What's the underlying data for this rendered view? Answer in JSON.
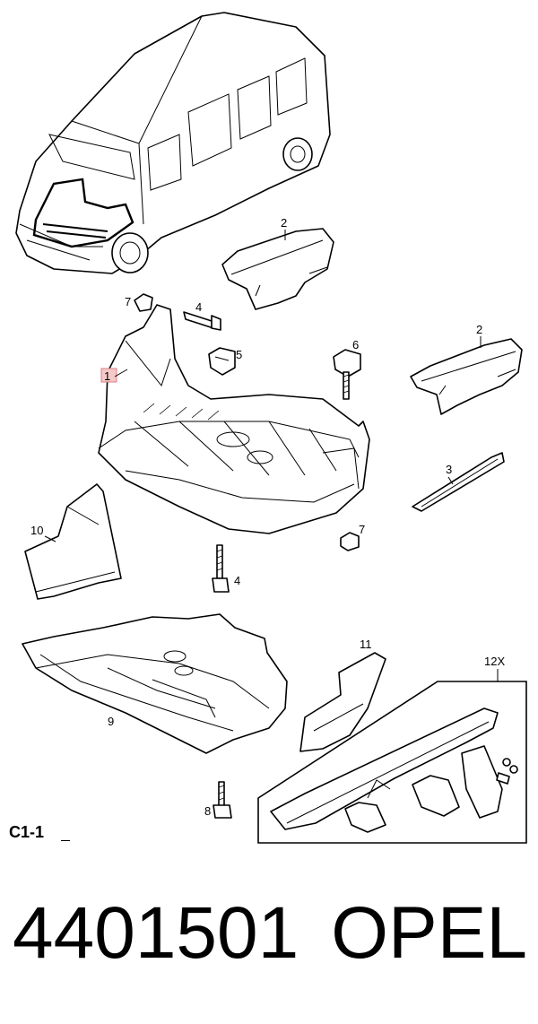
{
  "diagram": {
    "callouts": [
      "1",
      "2",
      "2",
      "3",
      "4",
      "4",
      "5",
      "6",
      "7",
      "7",
      "8",
      "9",
      "10",
      "11",
      "12X"
    ],
    "section_code": "C1-1",
    "part_number": "4401501",
    "make": "OPEL"
  }
}
